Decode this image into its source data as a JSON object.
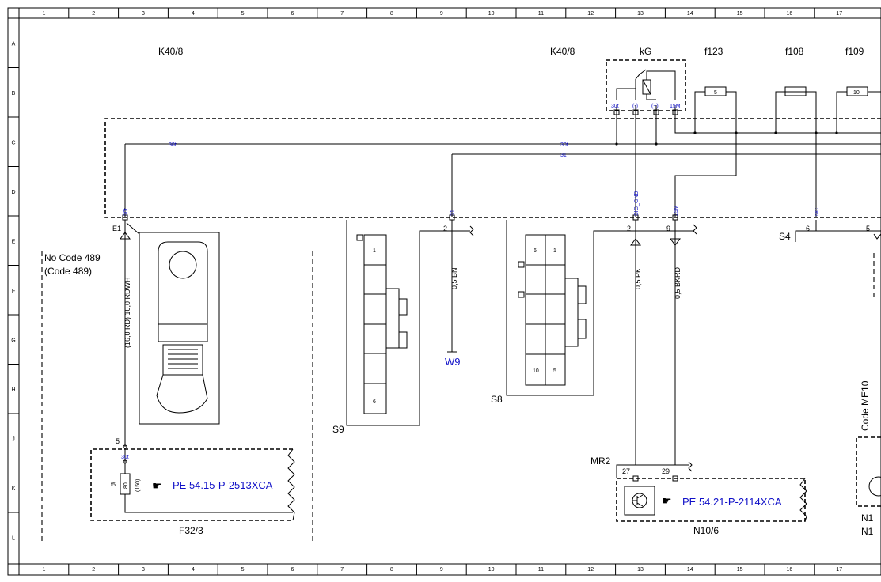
{
  "grid": {
    "columns": [
      "1",
      "2",
      "3",
      "4",
      "5",
      "6",
      "7",
      "8",
      "9",
      "10",
      "11",
      "12",
      "13",
      "14",
      "15",
      "16",
      "17"
    ],
    "rows": [
      "A",
      "B",
      "C",
      "D",
      "E",
      "F",
      "G",
      "H",
      "J",
      "K",
      "L"
    ]
  },
  "components": {
    "k40_8_left": "K40/8",
    "k40_8_right": "K40/8",
    "kg": "kG",
    "f123": "f123",
    "f108": "f108",
    "f109": "f109",
    "f123_value": "5",
    "f109_value": "10",
    "s9": "S9",
    "s8": "S8",
    "s4": "S4",
    "w9": "W9",
    "mr2": "MR2",
    "n10_6": "N10/6",
    "f32_3": "F32/3",
    "e1": "E1",
    "code_me10": "Code ME10",
    "n1_a": "N1",
    "n1_b": "N1"
  },
  "kg_pins": {
    "p30t": "30t",
    "minus": "(-)",
    "plus": "(+)",
    "p15m": "15M"
  },
  "wire_labels": {
    "w30t_left": "30t",
    "w30t_right": "30t",
    "w31": "31",
    "e1_pin": "30t",
    "s9_pin": "31",
    "sig_gnd": "SIG_GND",
    "p15m_pin": "15M",
    "nc": "NC",
    "f32_pin": "30t"
  },
  "pin_numbers": {
    "s9_2": "2",
    "s8_2": "2",
    "s8_9": "9",
    "s4_6": "6",
    "s4_5": "5",
    "pin_5": "5",
    "mr2_27": "27",
    "mr2_29": "29"
  },
  "wire_specs": {
    "rdwh": "(16,0 RD) 10,0 RDWH",
    "bn": "0,5 BN",
    "pk": "0,5 PK",
    "bkrd": "0,5 BKRD"
  },
  "code_notes": {
    "no_code": "No  Code 489",
    "code": "(Code 489)"
  },
  "fuse": {
    "name": "f5",
    "value": "80",
    "alt": "(150)"
  },
  "connector_pins": {
    "s9_top": "1",
    "s9_bottom": "6",
    "s8_tl": "6",
    "s8_tr": "1",
    "s8_bl": "10",
    "s8_br": "5"
  },
  "references": {
    "f32_ref": "PE 54.15-P-2513XCA",
    "n10_ref": "PE 54.21-P-2114XCA"
  },
  "colors": {
    "ink": "#000000",
    "link": "#1010c8",
    "paper": "#ffffff"
  },
  "icons": {
    "ref_pointer": "pointing-hand-icon",
    "ground": "ground-icon",
    "transistor": "transistor-icon"
  }
}
